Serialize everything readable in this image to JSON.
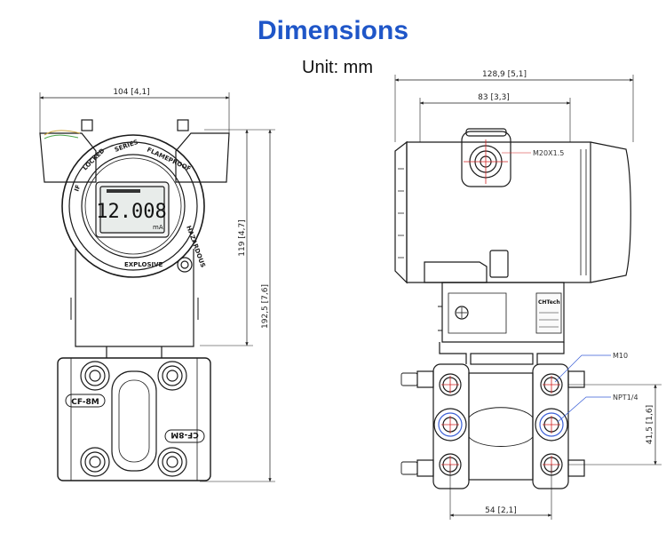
{
  "title": "Dimensions",
  "unit": "Unit: mm",
  "front_view": {
    "dims": {
      "width": "104 [4,1]",
      "housing_height": "119 [4,7]",
      "total_height": "192,5 [7,6]"
    },
    "display": {
      "reading": "12.008",
      "unit": "mA"
    },
    "dial_texts": [
      "SERIES",
      "EXPLOSIVE",
      "IF",
      "LOCKED",
      "FLAMEPROOF",
      "HAZARDOUS"
    ],
    "flange_labels": [
      "CF-8M",
      "CF-8M"
    ]
  },
  "side_view": {
    "dims": {
      "overall_depth": "128,9 [5,1]",
      "cover_depth": "83 [3,3]",
      "vertical_bolt": "41,5 [1,6]",
      "horizontal_bolt": "54 [2,1]"
    },
    "callouts": {
      "conduit": "M20X1.5",
      "bolt": "M10",
      "port": "NPT1/4"
    },
    "nameplate": "CHTech"
  },
  "colors": {
    "title": "#1f56c8",
    "callout_leader": "#3a5fd6",
    "crosshair": "#d22020",
    "outline": "#1a1a1a"
  }
}
